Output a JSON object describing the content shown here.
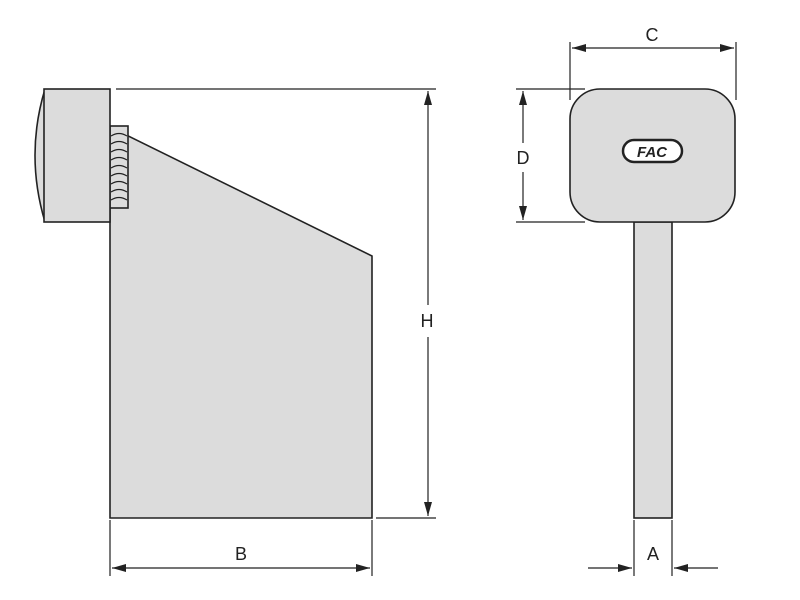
{
  "labels": {
    "H": "H",
    "B": "B",
    "C": "C",
    "D": "D",
    "A": "A"
  },
  "logo": {
    "text": "FAC"
  },
  "colors": {
    "fill": "#dcdcdc",
    "stroke": "#222222"
  }
}
